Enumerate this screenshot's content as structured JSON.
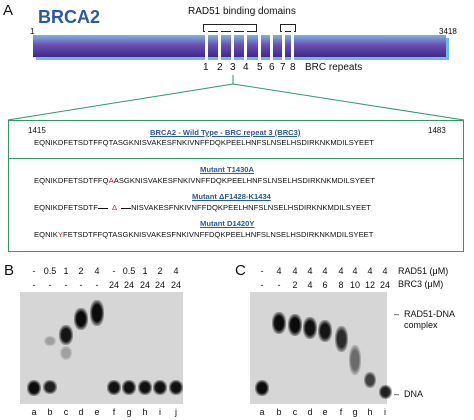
{
  "panelA": {
    "letter": "A",
    "protein": "BRCA2",
    "start": "1",
    "end": "3418",
    "binding_label": "RAD51 binding domains",
    "repeats": [
      "1",
      "2",
      "3",
      "4",
      "5",
      "6",
      "7",
      "8"
    ],
    "repeats_label": "BRC repeats",
    "seq_start": "1415",
    "seq_end": "1483",
    "wt_title": "BRCA2 - Wild Type - BRC repeat 3 (BRC3)",
    "wt_seq": "EQNIKDFETSDTFFQTASGKNISVAKESFNKIVNFFDQKPEELHNFSLNSELHSDIRKNKMDILSYEET",
    "m1_title": "Mutant T1430A",
    "m1_pre": "EQNIKDFETSDTFFQ",
    "m1_mut": "A",
    "m1_post": "ASGKNISVAKESFNKIVNFFDQKPEELHNFSLNSELHSDIRKNKMDILSYEET",
    "m2_title": "Mutant ΔF1428-K1434",
    "m2_pre": "EQNIKDFETSDTF",
    "m2_delta": "Δ",
    "m2_post": "NISVAKESFNKIVNFFDQKPEELHNFSLNSELHSDIRKNKMDILSYEET",
    "m3_title": "Mutant D1420Y",
    "m3_pre": "EQNIK",
    "m3_mut": "Y",
    "m3_post": "FETSDTFFQTASGKNISVAKESFNKIVNFFDQKPEELHNFSLNSELHSDIRKNKMDILSYEET"
  },
  "panelB": {
    "letter": "B",
    "row1": [
      "-",
      "0.5",
      "1",
      "2",
      "4",
      "-",
      "0.5",
      "1",
      "2",
      "4"
    ],
    "row2": [
      "-",
      "-",
      "-",
      "-",
      "-",
      "24",
      "24",
      "24",
      "24",
      "24"
    ],
    "lanes": [
      "a",
      "b",
      "c",
      "d",
      "e",
      "f",
      "g",
      "h",
      "i",
      "j"
    ]
  },
  "panelC": {
    "letter": "C",
    "row1": [
      "-",
      "4",
      "4",
      "4",
      "4",
      "4",
      "4",
      "4",
      "4"
    ],
    "row2": [
      "-",
      "-",
      "2",
      "4",
      "6",
      "8",
      "10",
      "12",
      "24"
    ],
    "row1_label": "RAD51 (μM)",
    "row2_label": "BRC3 (μM)",
    "lanes": [
      "a",
      "b",
      "c",
      "d",
      "e",
      "f",
      "g",
      "h",
      "i"
    ],
    "complex_label_1": "RAD51-DNA",
    "complex_label_2": "complex",
    "dna_label": "DNA"
  }
}
